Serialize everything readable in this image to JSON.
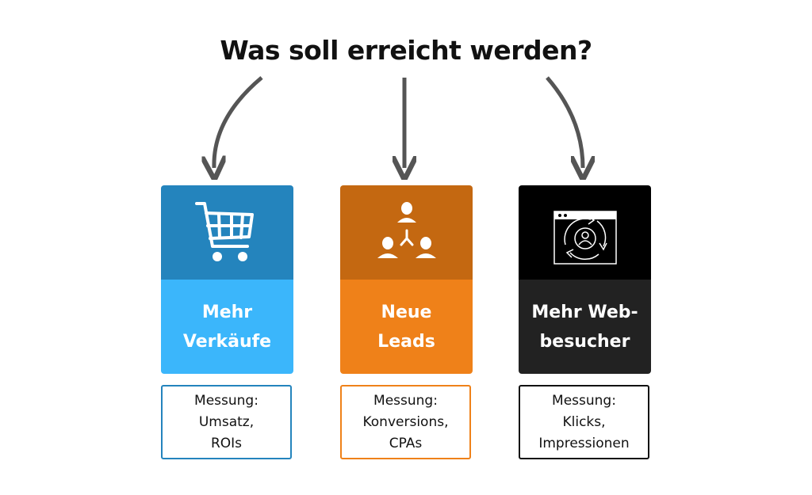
{
  "title": "Was soll erreicht werden?",
  "colors": {
    "arrow": "#555555"
  },
  "cards": [
    {
      "icon": "shopping-cart-icon",
      "line1": "Mehr",
      "line2": "Verkäufe",
      "top_color": "#2484bd",
      "bottom_color": "#3bb6fb",
      "measure": {
        "line1": "Messung:",
        "line2": "Umsatz,",
        "line3": "ROIs",
        "border_color": "#2484bd"
      }
    },
    {
      "icon": "people-network-icon",
      "line1": "Neue",
      "line2": "Leads",
      "top_color": "#c46811",
      "bottom_color": "#ef8119",
      "measure": {
        "line1": "Messung:",
        "line2": "Konversions,",
        "line3": "CPAs",
        "border_color": "#ef8119"
      }
    },
    {
      "icon": "website-visitor-icon",
      "line1": "Mehr Web-",
      "line2": "besucher",
      "top_color": "#000000",
      "bottom_color": "#222222",
      "measure": {
        "line1": "Messung:",
        "line2": "Klicks,",
        "line3": "Impressionen",
        "border_color": "#111111"
      }
    }
  ]
}
